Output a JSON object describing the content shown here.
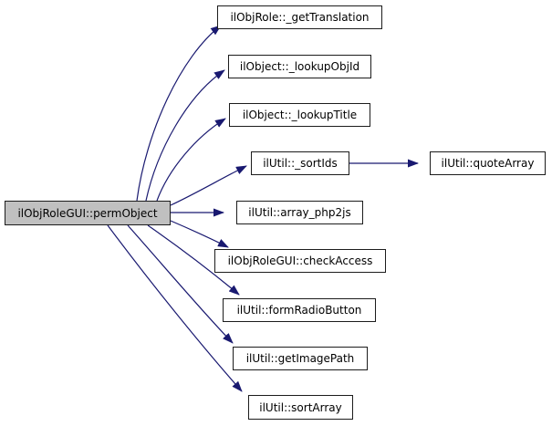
{
  "diagram": {
    "type": "call-graph",
    "focus_node": "ilObjRoleGUI::permObject",
    "colors": {
      "edge": "#191970",
      "node_border": "#1c1c1c",
      "node_fill": "#ffffff",
      "focus_node_fill": "#c0c0c0",
      "text": "#000000",
      "background": "#ffffff"
    },
    "nodes": [
      {
        "id": "permObject",
        "label": "ilObjRoleGUI::permObject"
      },
      {
        "id": "getTranslation",
        "label": "ilObjRole::_getTranslation"
      },
      {
        "id": "lookupObjId",
        "label": "ilObject::_lookupObjId"
      },
      {
        "id": "lookupTitle",
        "label": "ilObject::_lookupTitle"
      },
      {
        "id": "sortIds",
        "label": "ilUtil::_sortIds"
      },
      {
        "id": "quoteArray",
        "label": "ilUtil::quoteArray"
      },
      {
        "id": "arrayPhp2js",
        "label": "ilUtil::array_php2js"
      },
      {
        "id": "checkAccess",
        "label": "ilObjRoleGUI::checkAccess"
      },
      {
        "id": "formRadioButton",
        "label": "ilUtil::formRadioButton"
      },
      {
        "id": "getImagePath",
        "label": "ilUtil::getImagePath"
      },
      {
        "id": "sortArray",
        "label": "ilUtil::sortArray"
      }
    ],
    "edges": [
      {
        "from": "ilObjRoleGUI::permObject",
        "to": "ilObjRole::_getTranslation"
      },
      {
        "from": "ilObjRoleGUI::permObject",
        "to": "ilObject::_lookupObjId"
      },
      {
        "from": "ilObjRoleGUI::permObject",
        "to": "ilObject::_lookupTitle"
      },
      {
        "from": "ilObjRoleGUI::permObject",
        "to": "ilUtil::_sortIds"
      },
      {
        "from": "ilObjRoleGUI::permObject",
        "to": "ilUtil::array_php2js"
      },
      {
        "from": "ilObjRoleGUI::permObject",
        "to": "ilObjRoleGUI::checkAccess"
      },
      {
        "from": "ilObjRoleGUI::permObject",
        "to": "ilUtil::formRadioButton"
      },
      {
        "from": "ilObjRoleGUI::permObject",
        "to": "ilUtil::getImagePath"
      },
      {
        "from": "ilObjRoleGUI::permObject",
        "to": "ilUtil::sortArray"
      },
      {
        "from": "ilUtil::_sortIds",
        "to": "ilUtil::quoteArray"
      }
    ]
  }
}
